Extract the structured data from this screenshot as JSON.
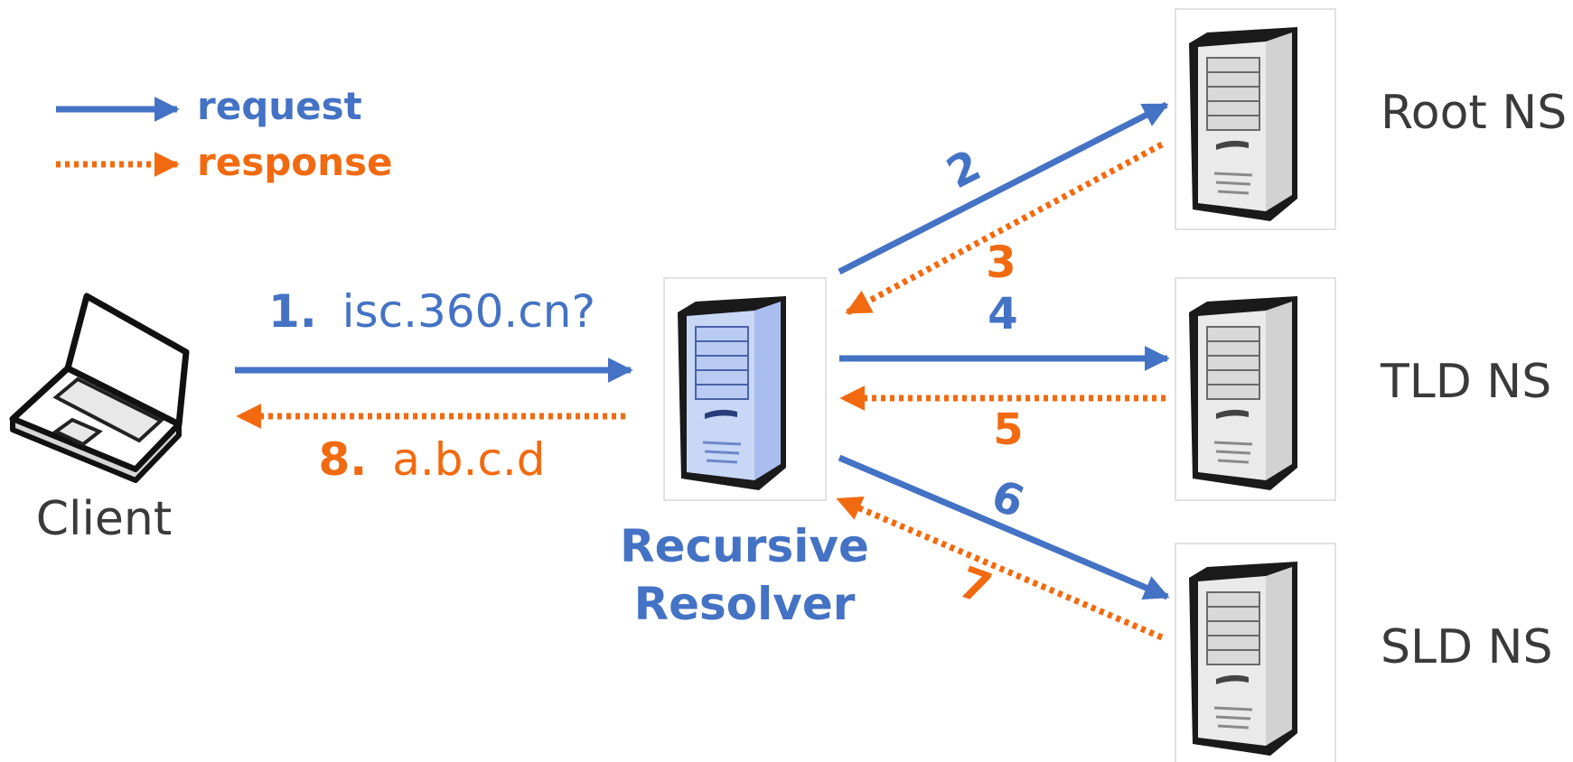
{
  "colors": {
    "request": "#4472C4",
    "response": "#F26A10",
    "text_dark": "#3A3A3A"
  },
  "legend": {
    "request_label": "request",
    "response_label": "response"
  },
  "client": {
    "label": "Client"
  },
  "resolver": {
    "line1": "Recursive",
    "line2": "Resolver"
  },
  "servers": {
    "root": "Root NS",
    "tld": "TLD NS",
    "sld": "SLD NS"
  },
  "steps": {
    "s1": {
      "num": "1.",
      "text": "isc.360.cn?"
    },
    "s2": "2",
    "s3": "3",
    "s4": "4",
    "s5": "5",
    "s6": "6",
    "s7": "7",
    "s8": {
      "num": "8.",
      "text": "a.b.c.d"
    }
  },
  "icons": {
    "client": "laptop-icon",
    "resolver": "server-tower-icon",
    "name_server": "server-tower-icon"
  }
}
